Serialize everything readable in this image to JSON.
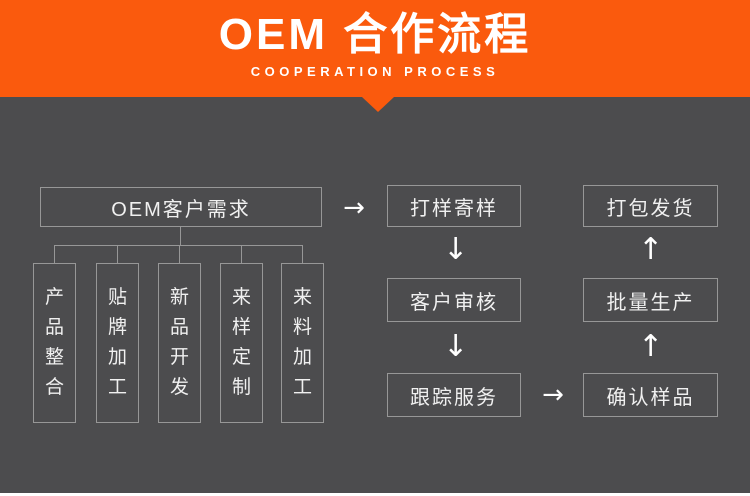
{
  "banner": {
    "title": "OEM 合作流程",
    "subtitle": "COOPERATION PROCESS",
    "bg_color": "#fa5a0d",
    "text_color": "#ffffff"
  },
  "flow": {
    "bg_color": "#4c4c4e",
    "border_color": "#979797",
    "text_color": "#f0f0f0",
    "arrow_color": "#ffffff",
    "source_box": "OEM客户需求",
    "categories": [
      "产品整合",
      "贴牌加工",
      "新品开发",
      "来样定制",
      "来料加工"
    ],
    "middle_column": [
      "打样寄样",
      "客户审核",
      "跟踪服务"
    ],
    "right_column": [
      "打包发货",
      "批量生产",
      "确认样品"
    ],
    "icons": {
      "arrow_right": "→",
      "arrow_down": "↓",
      "arrow_up": "↑"
    }
  }
}
